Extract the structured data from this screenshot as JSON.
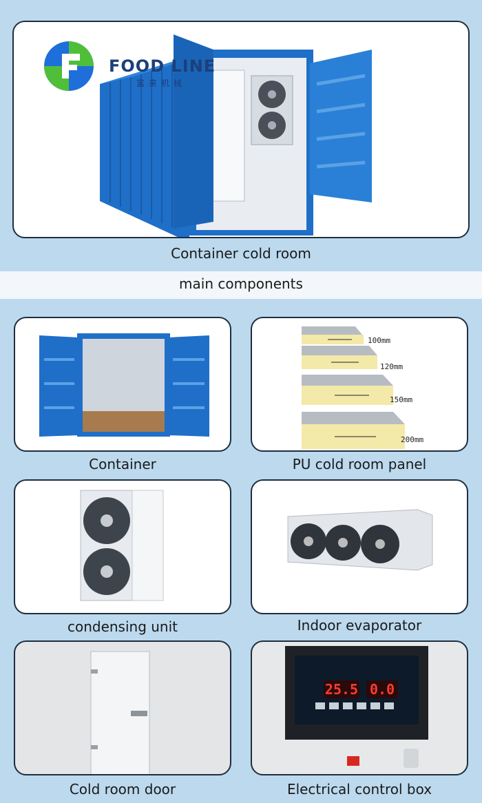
{
  "hero": {
    "caption": "Container cold room",
    "logo": {
      "name": "FOOD LINE",
      "subtitle": "富来机械"
    }
  },
  "section_title": "main components",
  "components": [
    {
      "caption": "Container"
    },
    {
      "caption": "PU cold room panel",
      "thicknesses": [
        "100mm",
        "120mm",
        "150mm",
        "200mm"
      ]
    },
    {
      "caption": "condensing unit"
    },
    {
      "caption": "Indoor evaporator"
    },
    {
      "caption": "Cold room door"
    },
    {
      "caption": "Electrical control box",
      "display_values": [
        "25.5",
        "0.0"
      ]
    }
  ],
  "colors": {
    "container_blue": "#1f6fc8",
    "background": "#bcd9ee",
    "panel_yellow": "#f3e9a8"
  }
}
